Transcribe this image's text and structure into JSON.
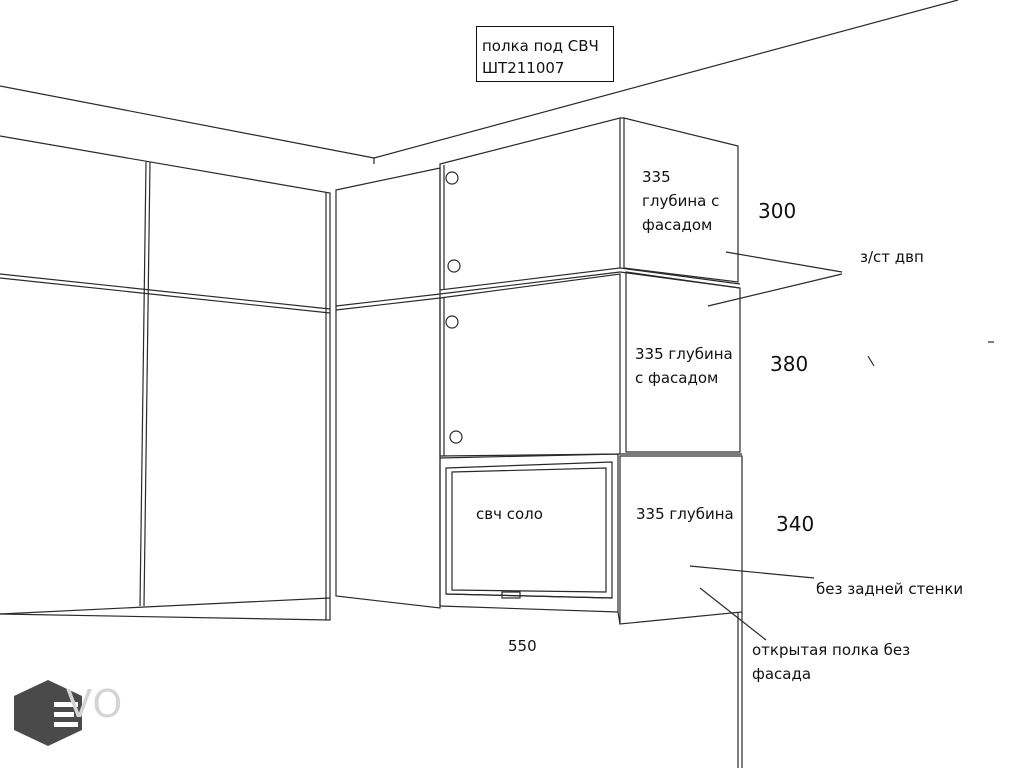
{
  "callout": {
    "line1": "полка под СВЧ",
    "line2": "ШТ211007"
  },
  "labels": {
    "upper_depth": [
      "335",
      "глубина с",
      "фасадом"
    ],
    "upper_height": "300",
    "back_panel": "з/ст двп",
    "middle_depth": [
      "335 глубина",
      "с фасадом"
    ],
    "middle_height": "380",
    "microwave": "свч соло",
    "lower_depth": "335 глубина",
    "lower_height": "340",
    "no_back_wall": "без задней стенки",
    "open_shelf": [
      "открытая полка без",
      "фасада"
    ],
    "width": "550"
  },
  "logo": {
    "text": "VO"
  },
  "colors": {
    "line": "#2a2a2a",
    "logo": "#4a4a4a",
    "logo_text": "#d4d4d4"
  }
}
